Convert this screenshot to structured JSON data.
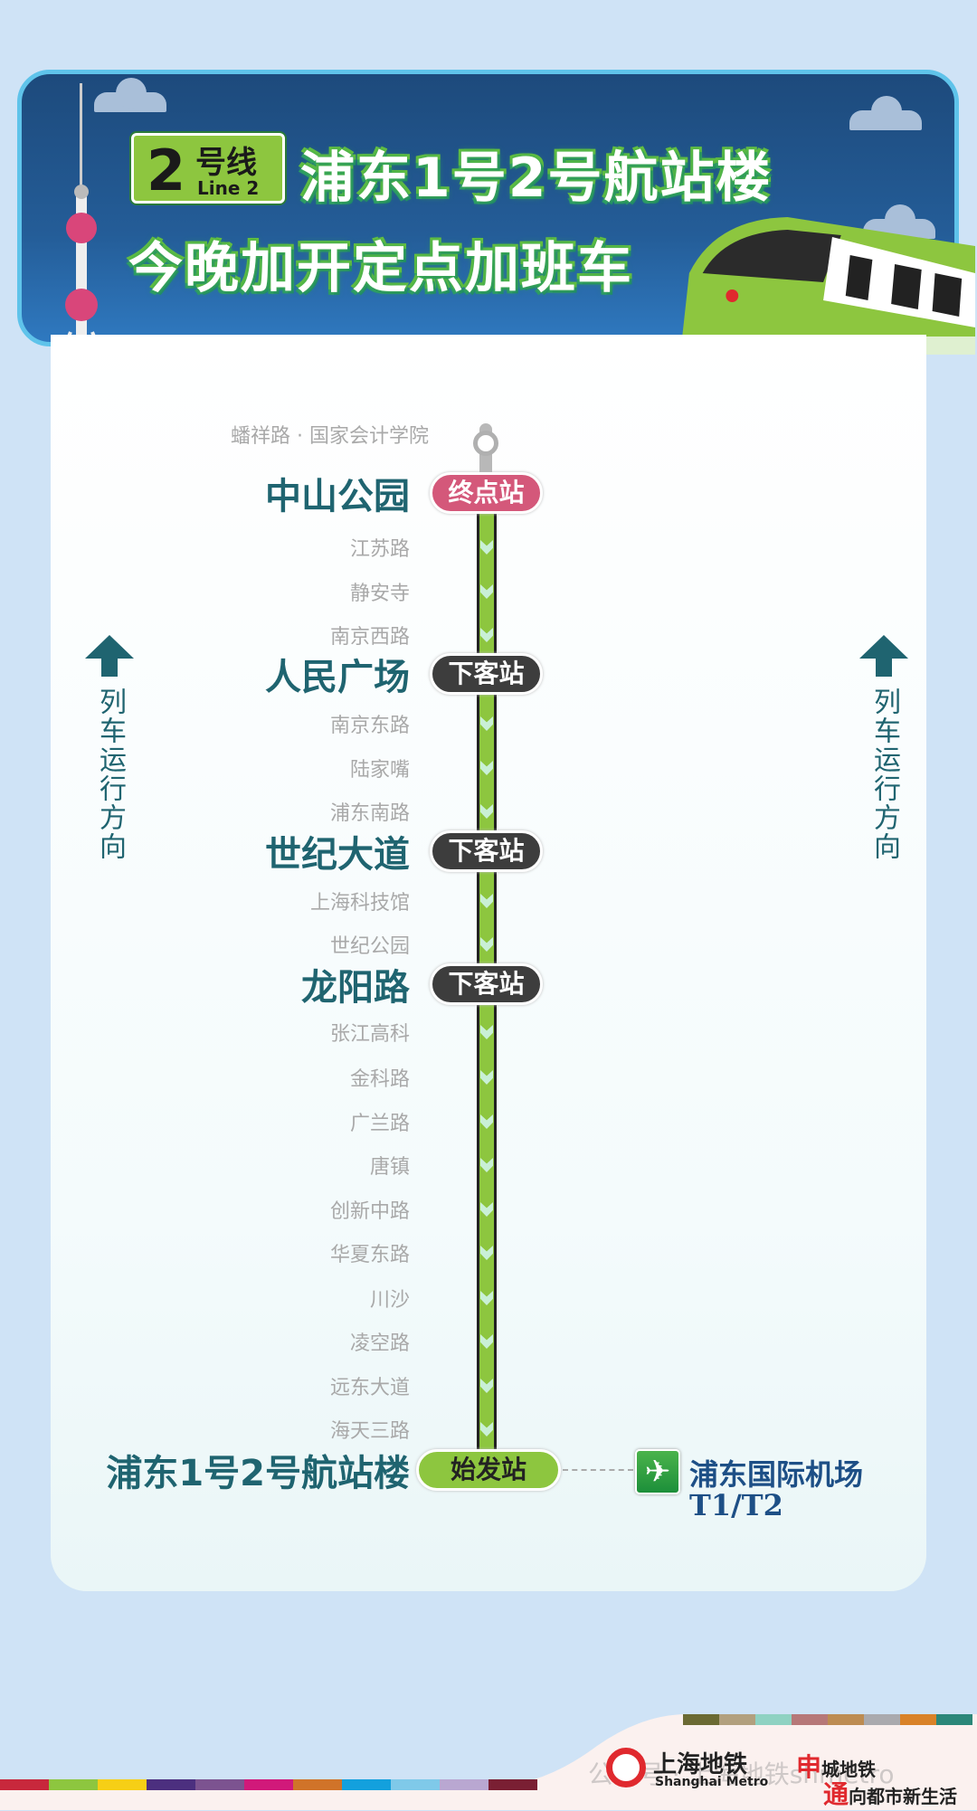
{
  "header": {
    "line_number": "2",
    "line_cn": "号线",
    "line_en": "Line 2",
    "title_line1": "浦东1号2号航站楼",
    "title_line2": "今晚加开定点加班车"
  },
  "colors": {
    "line_green": "#8dc63f",
    "terminal_pink": "#d4587a",
    "alight_dark": "#3d3d3d",
    "origin_green": "#8dc63f",
    "station_teal": "#1f6470"
  },
  "direction": {
    "label": "列车运行方向"
  },
  "beyond_station": "蟠祥路 · 国家会计学院",
  "stations": [
    {
      "name": "中山公园",
      "type": "major",
      "badge": "终点站",
      "badge_kind": "terminal"
    },
    {
      "name": "江苏路",
      "type": "minor"
    },
    {
      "name": "静安寺",
      "type": "minor"
    },
    {
      "name": "南京西路",
      "type": "minor"
    },
    {
      "name": "人民广场",
      "type": "major",
      "badge": "下客站",
      "badge_kind": "alight"
    },
    {
      "name": "南京东路",
      "type": "minor"
    },
    {
      "name": "陆家嘴",
      "type": "minor"
    },
    {
      "name": "浦东南路",
      "type": "minor"
    },
    {
      "name": "世纪大道",
      "type": "major",
      "badge": "下客站",
      "badge_kind": "alight"
    },
    {
      "name": "上海科技馆",
      "type": "minor"
    },
    {
      "name": "世纪公园",
      "type": "minor"
    },
    {
      "name": "龙阳路",
      "type": "major",
      "badge": "下客站",
      "badge_kind": "alight"
    },
    {
      "name": "张江高科",
      "type": "minor"
    },
    {
      "name": "金科路",
      "type": "minor"
    },
    {
      "name": "广兰路",
      "type": "minor"
    },
    {
      "name": "唐镇",
      "type": "minor"
    },
    {
      "name": "创新中路",
      "type": "minor"
    },
    {
      "name": "华夏东路",
      "type": "minor"
    },
    {
      "name": "川沙",
      "type": "minor"
    },
    {
      "name": "凌空路",
      "type": "minor"
    },
    {
      "name": "远东大道",
      "type": "minor"
    },
    {
      "name": "海天三路",
      "type": "minor"
    },
    {
      "name": "浦东1号2号航站楼",
      "type": "major",
      "badge": "始发站",
      "badge_kind": "origin"
    }
  ],
  "airport": {
    "icon": "airplane-icon",
    "name": "浦东国际机场",
    "terminals": "T1/T2"
  },
  "footer": {
    "logo_cn": "上海地铁",
    "logo_en": "Shanghai Metro",
    "slogan_line1_em": "申",
    "slogan_line1": "城地铁",
    "slogan_line2_em": "通",
    "slogan_line2": "向都市新生活",
    "watermark": "公众号 · 上海地铁shmetro"
  }
}
